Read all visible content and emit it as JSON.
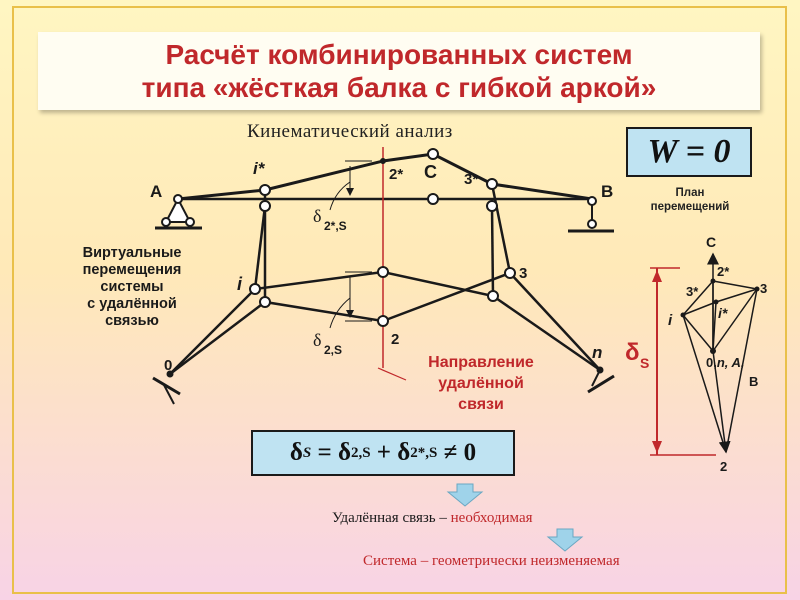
{
  "title": {
    "line1": "Расчёт комбинированных систем",
    "line2": "типа «жёсткая балка с гибкой аркой»"
  },
  "kinematic_label": "Кинематический анализ",
  "w_equation": "W = 0",
  "virtual_text": [
    "Виртуальные",
    "перемещения",
    "системы",
    "с удалённой",
    "связью"
  ],
  "direction_text": [
    "Направление",
    "удалённой",
    "связи"
  ],
  "plan_title": [
    "План",
    "перемещений"
  ],
  "formula": {
    "d": "δ",
    "s": "S",
    "eq": " = δ",
    "sub2": "2,S",
    "plus": " + δ",
    "sub2s": "2*,S",
    "neq": " ≠ 0"
  },
  "conclusion_1": {
    "prefix": "Удалённая связь – ",
    "highlight": "необходимая"
  },
  "conclusion_2": "Система – геометрически неизменяемая",
  "node_labels": {
    "A": "A",
    "B": "B",
    "C": "C",
    "i_star": "i*",
    "two_star": "2*",
    "three_star": "3*",
    "i": "i",
    "three": "3",
    "two": "2",
    "zero": "0",
    "n": "n"
  },
  "delta_labels": {
    "d2s_star_delta": "δ",
    "d2s_star_sub": "2*,S",
    "d2s_delta": "δ",
    "d2s_sub": "2,S"
  },
  "plan_labels": {
    "C": "C",
    "two_star": "2*",
    "three_star": "3*",
    "three": "3",
    "i_star": "i*",
    "i": "i",
    "origin": "0,",
    "origin_n": "n,",
    "origin_A": " A,",
    "origin_B": "B",
    "two": "2",
    "delta_s_d": "δ",
    "delta_s_s": "S"
  },
  "colors": {
    "title_red": "#c0282b",
    "box_blue": "#bfe3f2",
    "arrow_blue": "#9fd3ea",
    "line": "#1a1a1a"
  }
}
